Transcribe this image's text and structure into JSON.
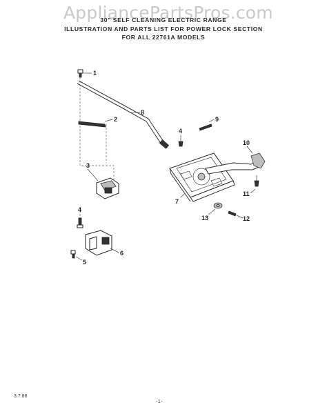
{
  "watermark": "AppliancePartsPros.com",
  "header": {
    "line1": "30\" SELF CLEANING ELECTRIC RANGE",
    "line2": "ILLUSTRATION AND PARTS LIST FOR POWER LOCK SECTION",
    "line3": "FOR ALL 22761A MODELS"
  },
  "callouts": [
    "1",
    "2",
    "3",
    "4",
    "5",
    "6",
    "7",
    "8",
    "9",
    "10",
    "11",
    "12",
    "13",
    "4"
  ],
  "footer": {
    "date": "3.7.86",
    "page_number": "-1-"
  }
}
